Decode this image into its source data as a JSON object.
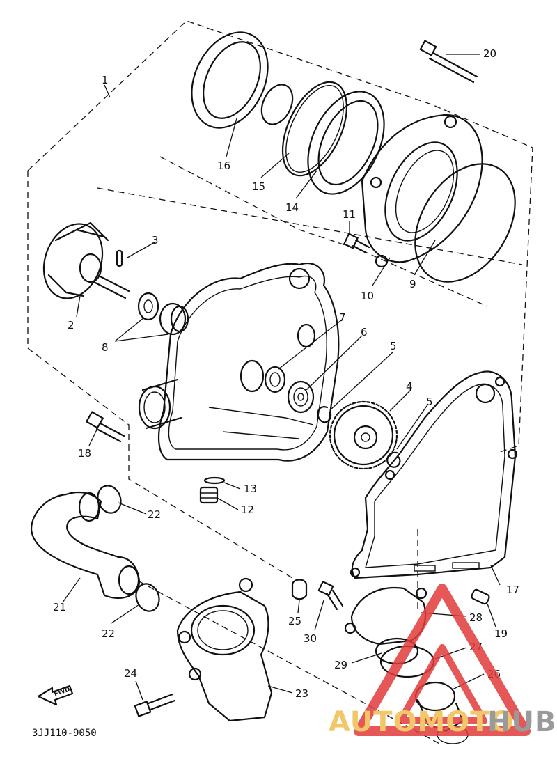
{
  "diagram": {
    "part_code": "3JJ110-9050",
    "fwd_label": "FWD",
    "callouts": {
      "c1": "1",
      "c2": "2",
      "c3": "3",
      "c4": "4",
      "c5a": "5",
      "c5b": "5",
      "c6": "6",
      "c7": "7",
      "c8": "8",
      "c9": "9",
      "c10": "10",
      "c11": "11",
      "c12": "12",
      "c13": "13",
      "c14": "14",
      "c15": "15",
      "c16": "16",
      "c17": "17",
      "c18": "18",
      "c19": "19",
      "c20": "20",
      "c21": "21",
      "c22a": "22",
      "c22b": "22",
      "c23": "23",
      "c24": "24",
      "c25": "25",
      "c26": "26",
      "c27": "27",
      "c28": "28",
      "c29": "29",
      "c30": "30"
    }
  },
  "watermark": {
    "brand_part1": "AUTOMOTO",
    "brand_part2": "HUB",
    "color_primary": "#f2c76a",
    "color_secondary": "#9a9a9a",
    "color_logo": "#e23b3b"
  }
}
